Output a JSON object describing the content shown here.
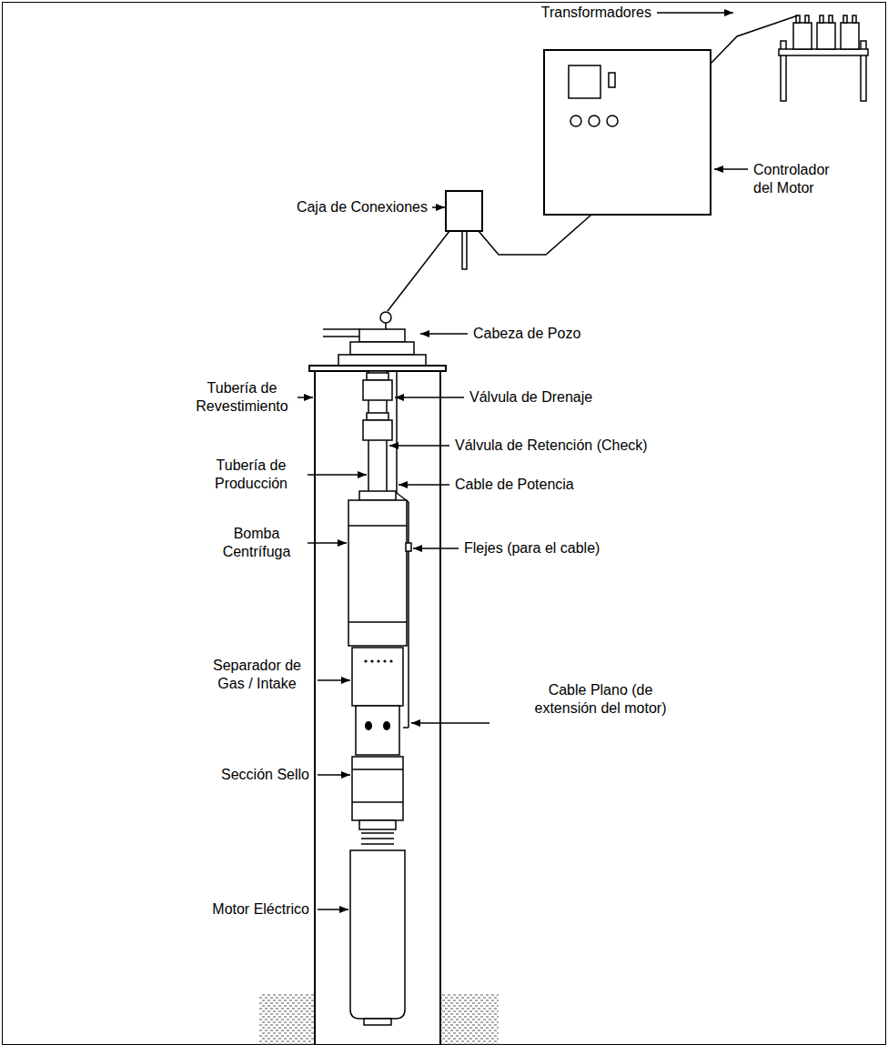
{
  "diagram": {
    "labels": [
      "Transformadores",
      "Controlador del Motor",
      "Caja de Conexiones",
      "Cabeza de Pozo",
      "Tubería de Revestimiento",
      "Válvula de Drenaje",
      "Válvula de Retención (Check)",
      "Tubería de Producción",
      "Cable de Potencia",
      "Bomba Centrífuga",
      "Flejes (para el cable)",
      "Separador de Gas / Intake",
      "Cable Plano (de extensión del motor)",
      "Sección Sello",
      "Motor Eléctrico"
    ]
  }
}
